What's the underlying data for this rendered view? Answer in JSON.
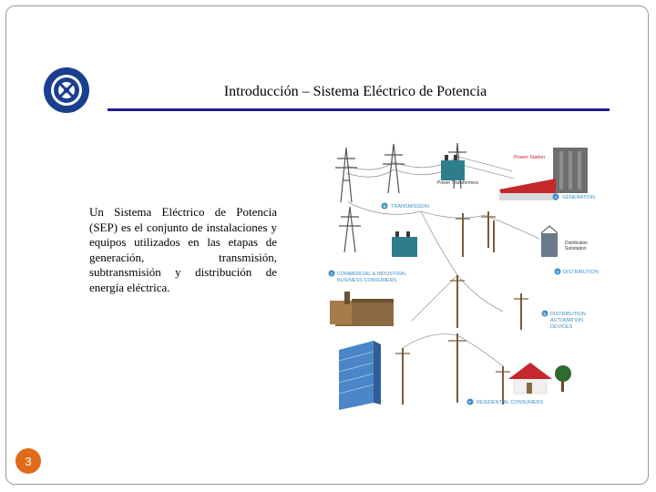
{
  "slide": {
    "title": "Introducción – Sistema Eléctrico de Potencia",
    "body": "Un Sistema Eléctrico de Potencia (SEP) es el conjunto de instalaciones y equipos utilizados en las etapas de generación, transmisión, subtransmisión y distribución de energía eléctrica.",
    "slide_number": "3"
  },
  "logo": {
    "icon": "university-seal-icon",
    "color": "#1b3f8f"
  },
  "diagram": {
    "power_station": "Power Station",
    "power_transformers": "Power Transformers",
    "distribution_substation_line1": "Distribution",
    "distribution_substation_line2": "Substation",
    "markers": [
      {
        "letter": "A",
        "label": "GENERATION"
      },
      {
        "letter": "B",
        "label": "TRANSMISSION"
      },
      {
        "letter": "C",
        "label_line1": "COMMERCIAL & INDUSTRIAL",
        "label_line2": "BUSINESS CONSUMERS"
      },
      {
        "letter": "D",
        "label": "DISTRIBUTION"
      },
      {
        "letter": "E",
        "label_line1": "DISTRIBUTION",
        "label_line2": "AUTOMATION",
        "label_line3": "DEVICES"
      },
      {
        "letter": "F",
        "label": "RESIDENTIAL CONSUMERS"
      }
    ],
    "accent_color": "#3c8fc9"
  }
}
